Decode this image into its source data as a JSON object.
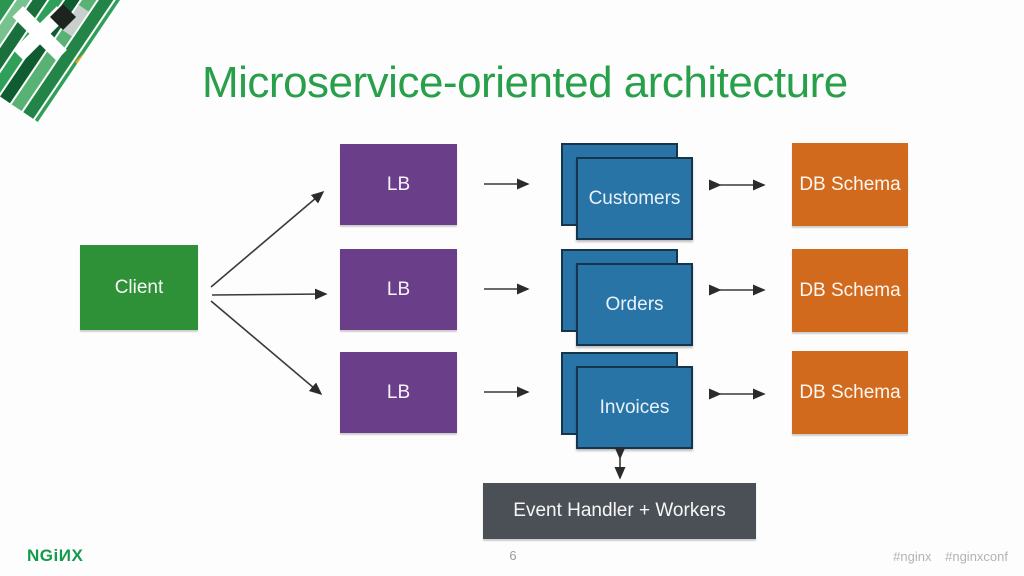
{
  "slide": {
    "title": "Microservice-oriented architecture",
    "page_number": "6",
    "footer_logo_text": "NGiИX",
    "hashtags": [
      "#nginx",
      "#nginxconf"
    ]
  },
  "icons": {
    "corner_logo": "nginxconf-x-mosaic-logo"
  },
  "colors": {
    "title_green": "#28a04b",
    "client_green": "#2e9138",
    "lb_purple": "#6a3e88",
    "service_blue": "#2874a7",
    "service_border": "#16354b",
    "db_orange": "#d26a1e",
    "event_gray": "#4b5056",
    "logo_green": "#139b4c",
    "arrow_dark": "#2b2b2b"
  },
  "diagram": {
    "client": {
      "label": "Client"
    },
    "load_balancers": [
      {
        "label": "LB"
      },
      {
        "label": "LB"
      },
      {
        "label": "LB"
      }
    ],
    "services": [
      {
        "label": "Customers"
      },
      {
        "label": "Orders"
      },
      {
        "label": "Invoices"
      }
    ],
    "databases": [
      {
        "label": "DB Schema"
      },
      {
        "label": "DB Schema"
      },
      {
        "label": "DB Schema"
      }
    ],
    "event_handler": {
      "label": "Event Handler + Workers"
    }
  }
}
